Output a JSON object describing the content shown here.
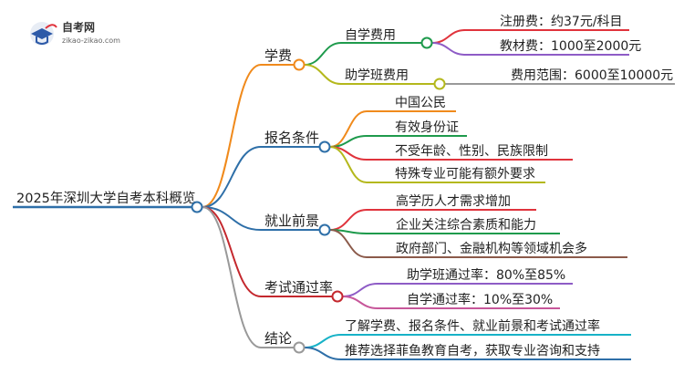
{
  "logo": {
    "title": "自考网",
    "url": "zikao-zikao.com"
  },
  "root": "2025年深圳大学自考本科概览",
  "branches": [
    {
      "label": "学费",
      "color": "#f08a1c",
      "children": [
        {
          "label": "自学费用",
          "color": "#1e9a4c",
          "children": [
            {
              "label": "注册费：约37元/科目",
              "color": "#e0333c"
            },
            {
              "label": "教材费：1000至2000元",
              "color": "#8e5cc6"
            }
          ]
        },
        {
          "label": "助学班费用",
          "color": "#b4b81c",
          "children": [
            {
              "label": "费用范围：6000至10000元",
              "color": "#999999"
            }
          ]
        }
      ]
    },
    {
      "label": "报名条件",
      "color": "#2e6fa8",
      "children": [
        {
          "label": "中国公民",
          "color": "#f08a1c"
        },
        {
          "label": "有效身份证",
          "color": "#1e9a4c"
        },
        {
          "label": "不受年龄、性别、民族限制",
          "color": "#e0333c"
        },
        {
          "label": "特殊专业可能有额外要求",
          "color": "#b4b81c"
        }
      ]
    },
    {
      "label": "就业前景",
      "color": "#2e6fa8",
      "children": [
        {
          "label": "高学历人才需求增加",
          "color": "#e0333c"
        },
        {
          "label": "企业关注综合素质和能力",
          "color": "#1e9a4c"
        },
        {
          "label": "政府部门、金融机构等领域机会多",
          "color": "#8b5a4a"
        }
      ]
    },
    {
      "label": "考试通过率",
      "color": "#c4282e",
      "children": [
        {
          "label": "助学班通过率：80%至85%",
          "color": "#8e5cc6"
        },
        {
          "label": "自学通过率：10%至30%",
          "color": "#c7579a"
        }
      ]
    },
    {
      "label": "结论",
      "color": "#999999",
      "children": [
        {
          "label": "了解学费、报名条件、就业前景和考试通过率",
          "color": "#17b2c7"
        },
        {
          "label": "推荐选择菲鱼教育自考，获取专业咨询和支持",
          "color": "#2e6fa8"
        }
      ]
    }
  ]
}
